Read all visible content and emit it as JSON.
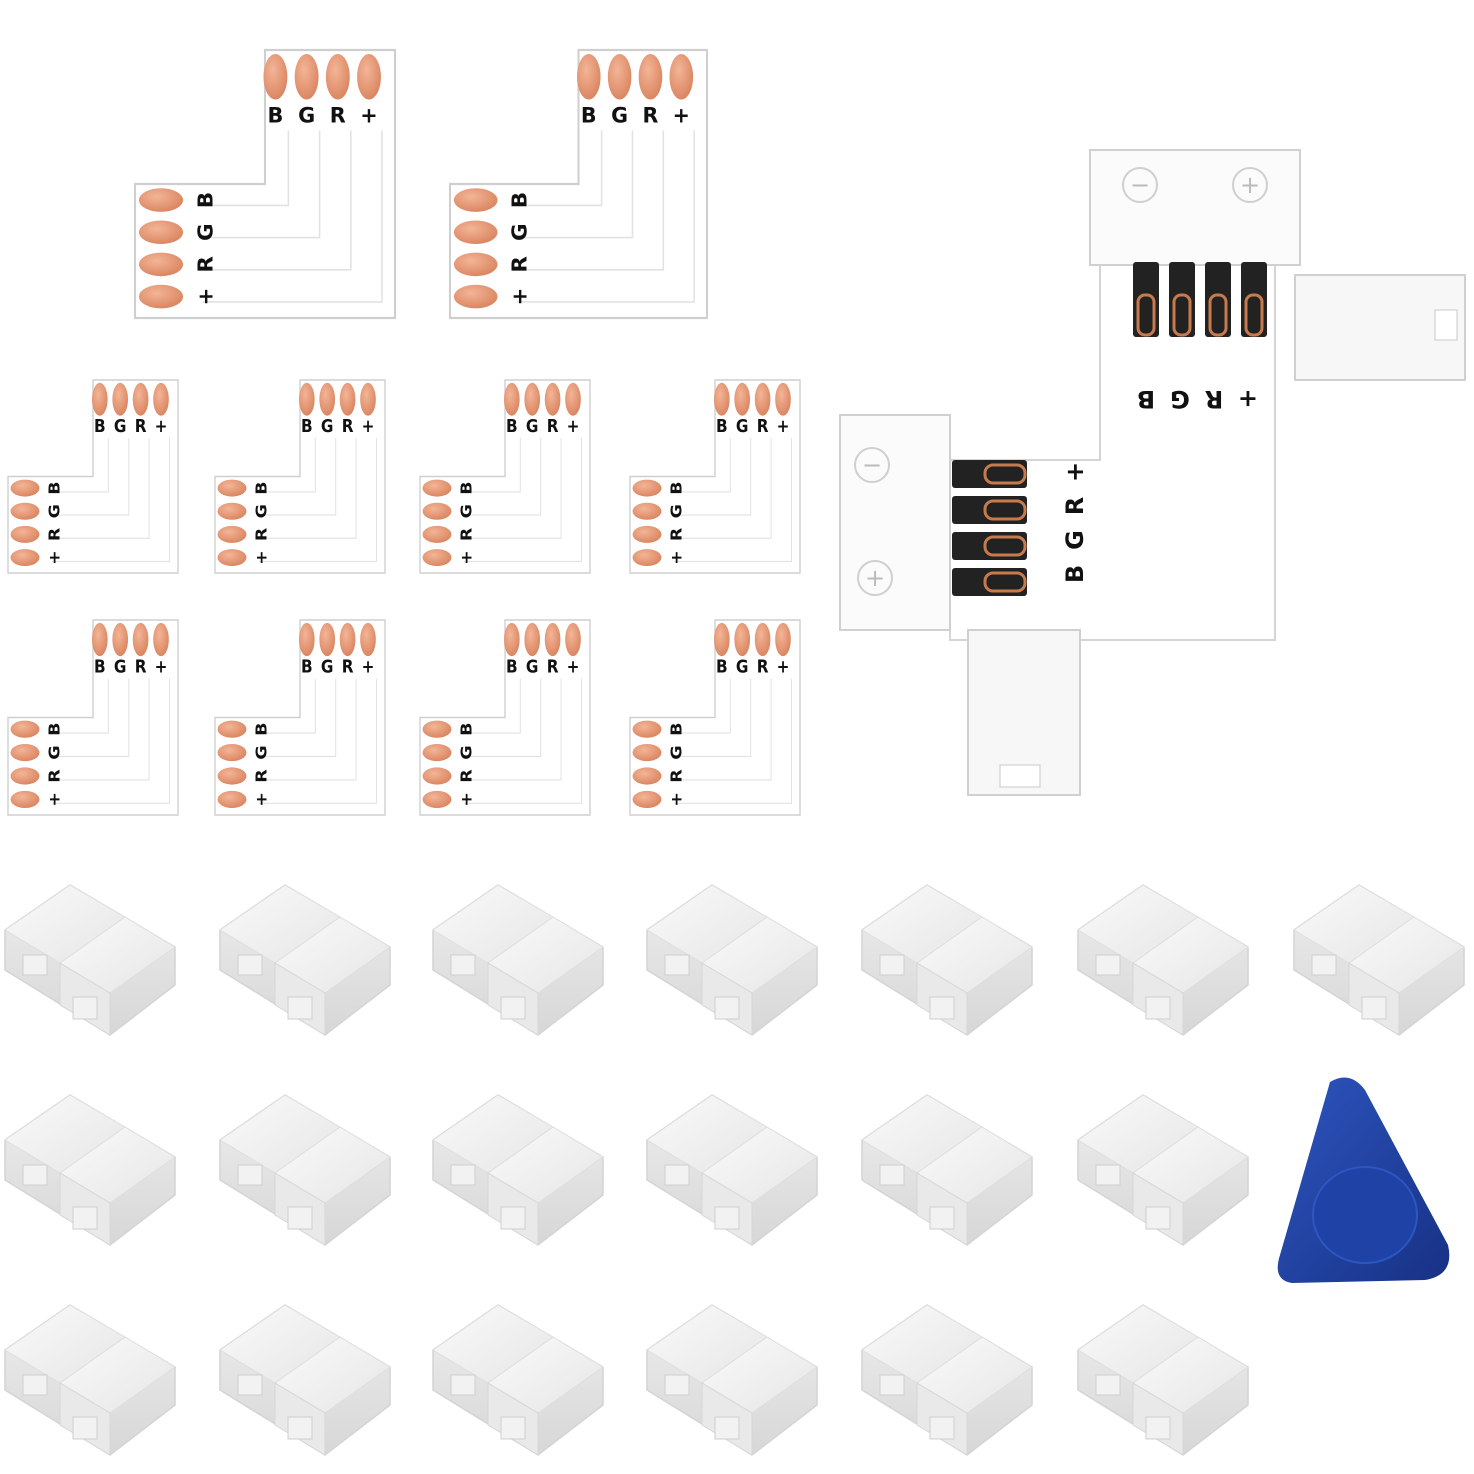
{
  "product": {
    "pin_labels": [
      "B",
      "G",
      "R",
      "+"
    ],
    "clip_polarity_labels": [
      "−",
      "+"
    ],
    "large_l_boards": 2,
    "small_l_boards": 8,
    "assembled_connector": 1,
    "strip_clips": 19,
    "pry_tool": 1
  },
  "colors": {
    "pad_copper": "#e79a78",
    "board_white": "#ffffff",
    "board_edge": "#cfcfcf",
    "pry_tool_blue": "#1e3f9c"
  },
  "icons": [
    "l-connector-board",
    "strip-clip",
    "pry-tool"
  ]
}
